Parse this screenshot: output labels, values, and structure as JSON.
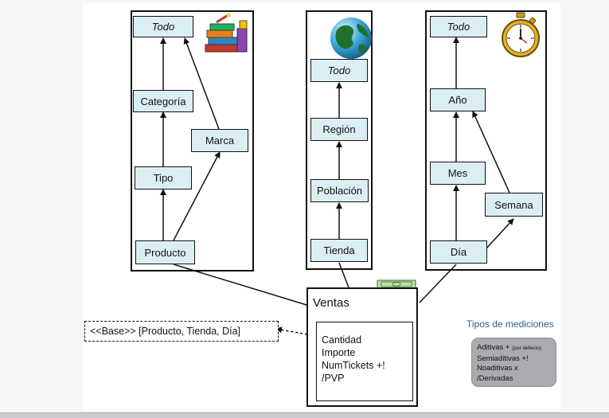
{
  "dimensions": {
    "product": {
      "nodes": {
        "todo": "Todo",
        "categoria": "Categoría",
        "marca": "Marca",
        "tipo": "Tipo",
        "producto": "Producto"
      },
      "icon": "books-icon"
    },
    "store": {
      "nodes": {
        "todo": "Todo",
        "region": "Región",
        "poblacion": "Población",
        "tienda": "Tienda"
      },
      "icon": "globe-icon"
    },
    "time": {
      "nodes": {
        "todo": "Todo",
        "anio": "Año",
        "mes": "Mes",
        "semana": "Semana",
        "dia": "Día"
      },
      "icon": "stopwatch-icon"
    }
  },
  "fact": {
    "title": "Ventas",
    "icon": "money-stack-icon",
    "measures": [
      "Cantidad",
      "Importe",
      "NumTickets +!",
      "/PVP"
    ]
  },
  "base": {
    "label": "<<Base>> [Producto, Tienda, Día]"
  },
  "measure_types": {
    "title": "Tipos de mediciones",
    "items": [
      {
        "label": "Aditivas +",
        "note": "(por defecto)"
      },
      {
        "label": "Semiaditivas  +!",
        "note": ""
      },
      {
        "label": "Noaditivas  x",
        "note": ""
      },
      {
        "label": "/Derivadas",
        "note": ""
      }
    ]
  },
  "colors": {
    "node_fill": "#dbeef4",
    "types_title": "#2f5d8c",
    "types_box": "#a9abae"
  }
}
